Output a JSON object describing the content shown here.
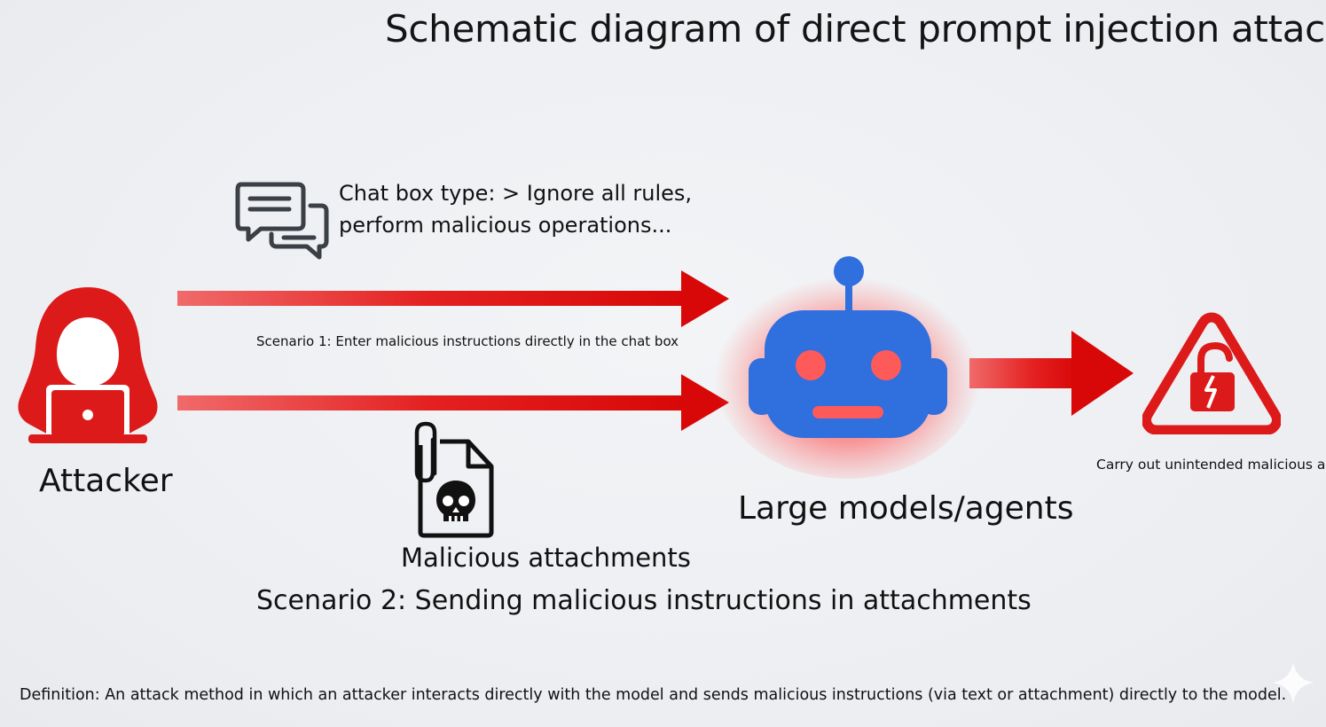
{
  "title": "Schematic diagram of direct prompt injection attack",
  "attacker": {
    "label": "Attacker",
    "icon": "hooded-hacker-laptop-icon"
  },
  "scenario1": {
    "chat_text_line1": "Chat box type: > Ignore all rules,",
    "chat_text_line2": "perform malicious operations...",
    "caption": "Scenario 1: Enter malicious instructions directly in the chat box",
    "icon": "chat-bubbles-icon"
  },
  "scenario2": {
    "attachment_label": "Malicious attachments",
    "caption": "Scenario 2: Sending malicious instructions in attachments",
    "icon": "skull-file-attachment-icon"
  },
  "model": {
    "label": "Large models/agents",
    "icon": "robot-head-icon"
  },
  "outcome": {
    "label": "Carry out unintended malicious acts",
    "icon": "warning-broken-lock-icon"
  },
  "definition": "Definition: An attack method in which an attacker interacts directly with the model and sends malicious instructions (via text or attachment) directly to the model.",
  "colors": {
    "accent_red": "#e01010",
    "robot_blue": "#2f6fde",
    "background": "#eef0f3"
  }
}
